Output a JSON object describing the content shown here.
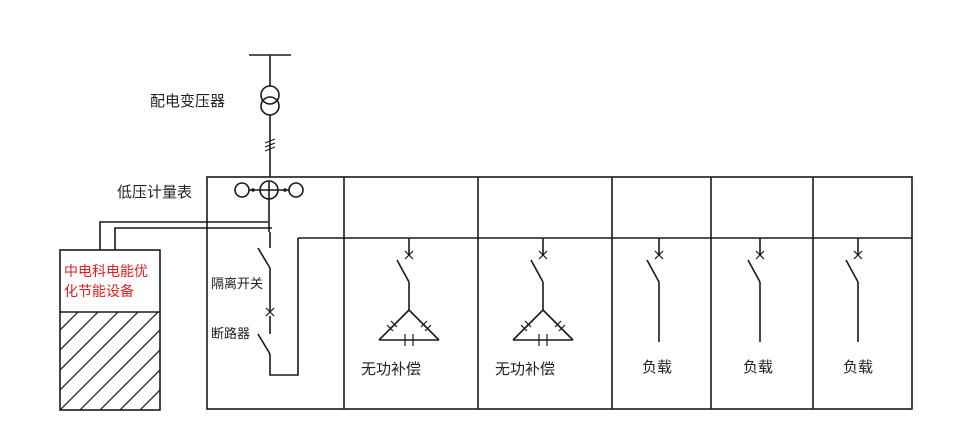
{
  "labels": {
    "transformer": "配电变压器",
    "meter": "低压计量表",
    "isolation_switch": "隔离开关",
    "breaker": "断路器",
    "device_line1": "中电科电能优",
    "device_line2": "化节能设备",
    "cabinet_2": "无功补偿",
    "cabinet_3": "无功补偿",
    "cabinet_4": "负载",
    "cabinet_5": "负载",
    "cabinet_6": "负载"
  },
  "colors": {
    "line": "#1a1a1a",
    "device_text": "#e02020",
    "text": "#222222"
  }
}
